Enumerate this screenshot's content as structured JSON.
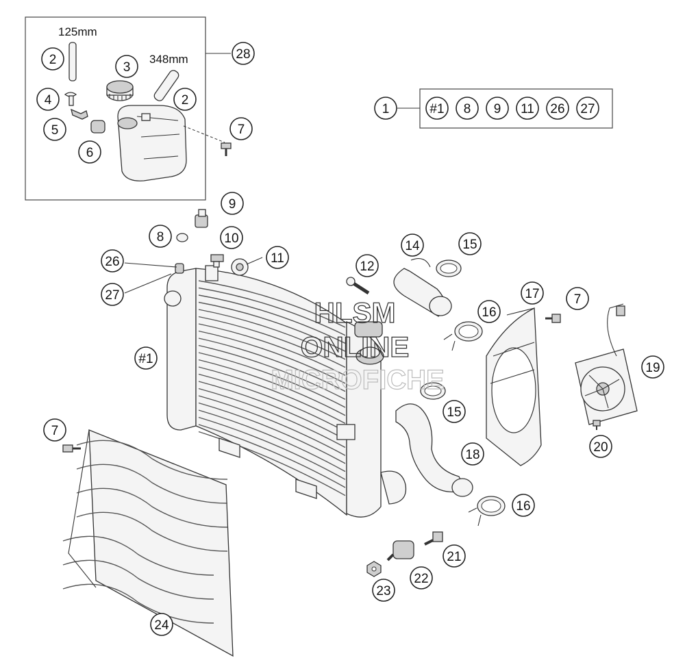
{
  "dimensions": {
    "hose_short": "125mm",
    "hose_long": "348mm"
  },
  "watermark": {
    "line1": "HLSM",
    "line2": "ONLINE",
    "line3": "MICROFICHE"
  },
  "kit_group": {
    "label": "1",
    "items": [
      "#1",
      "8",
      "9",
      "11",
      "26",
      "27"
    ]
  },
  "callouts": [
    {
      "id": "c2a",
      "label": "2"
    },
    {
      "id": "c3",
      "label": "3"
    },
    {
      "id": "c2b",
      "label": "2"
    },
    {
      "id": "c4",
      "label": "4"
    },
    {
      "id": "c5",
      "label": "5"
    },
    {
      "id": "c6",
      "label": "6"
    },
    {
      "id": "c7a",
      "label": "7"
    },
    {
      "id": "c28",
      "label": "28"
    },
    {
      "id": "c9",
      "label": "9"
    },
    {
      "id": "c8",
      "label": "8"
    },
    {
      "id": "c10",
      "label": "10"
    },
    {
      "id": "c11",
      "label": "11"
    },
    {
      "id": "c26",
      "label": "26"
    },
    {
      "id": "c27",
      "label": "27"
    },
    {
      "id": "c12",
      "label": "12"
    },
    {
      "id": "c14",
      "label": "14"
    },
    {
      "id": "c15a",
      "label": "15"
    },
    {
      "id": "c16a",
      "label": "16"
    },
    {
      "id": "c17",
      "label": "17"
    },
    {
      "id": "c7b",
      "label": "7"
    },
    {
      "id": "c19",
      "label": "19"
    },
    {
      "id": "c1r",
      "label": "#1"
    },
    {
      "id": "c15b",
      "label": "15"
    },
    {
      "id": "c18",
      "label": "18"
    },
    {
      "id": "c20",
      "label": "20"
    },
    {
      "id": "c16b",
      "label": "16"
    },
    {
      "id": "c7c",
      "label": "7"
    },
    {
      "id": "c21",
      "label": "21"
    },
    {
      "id": "c22",
      "label": "22"
    },
    {
      "id": "c23",
      "label": "23"
    },
    {
      "id": "c24",
      "label": "24"
    }
  ]
}
